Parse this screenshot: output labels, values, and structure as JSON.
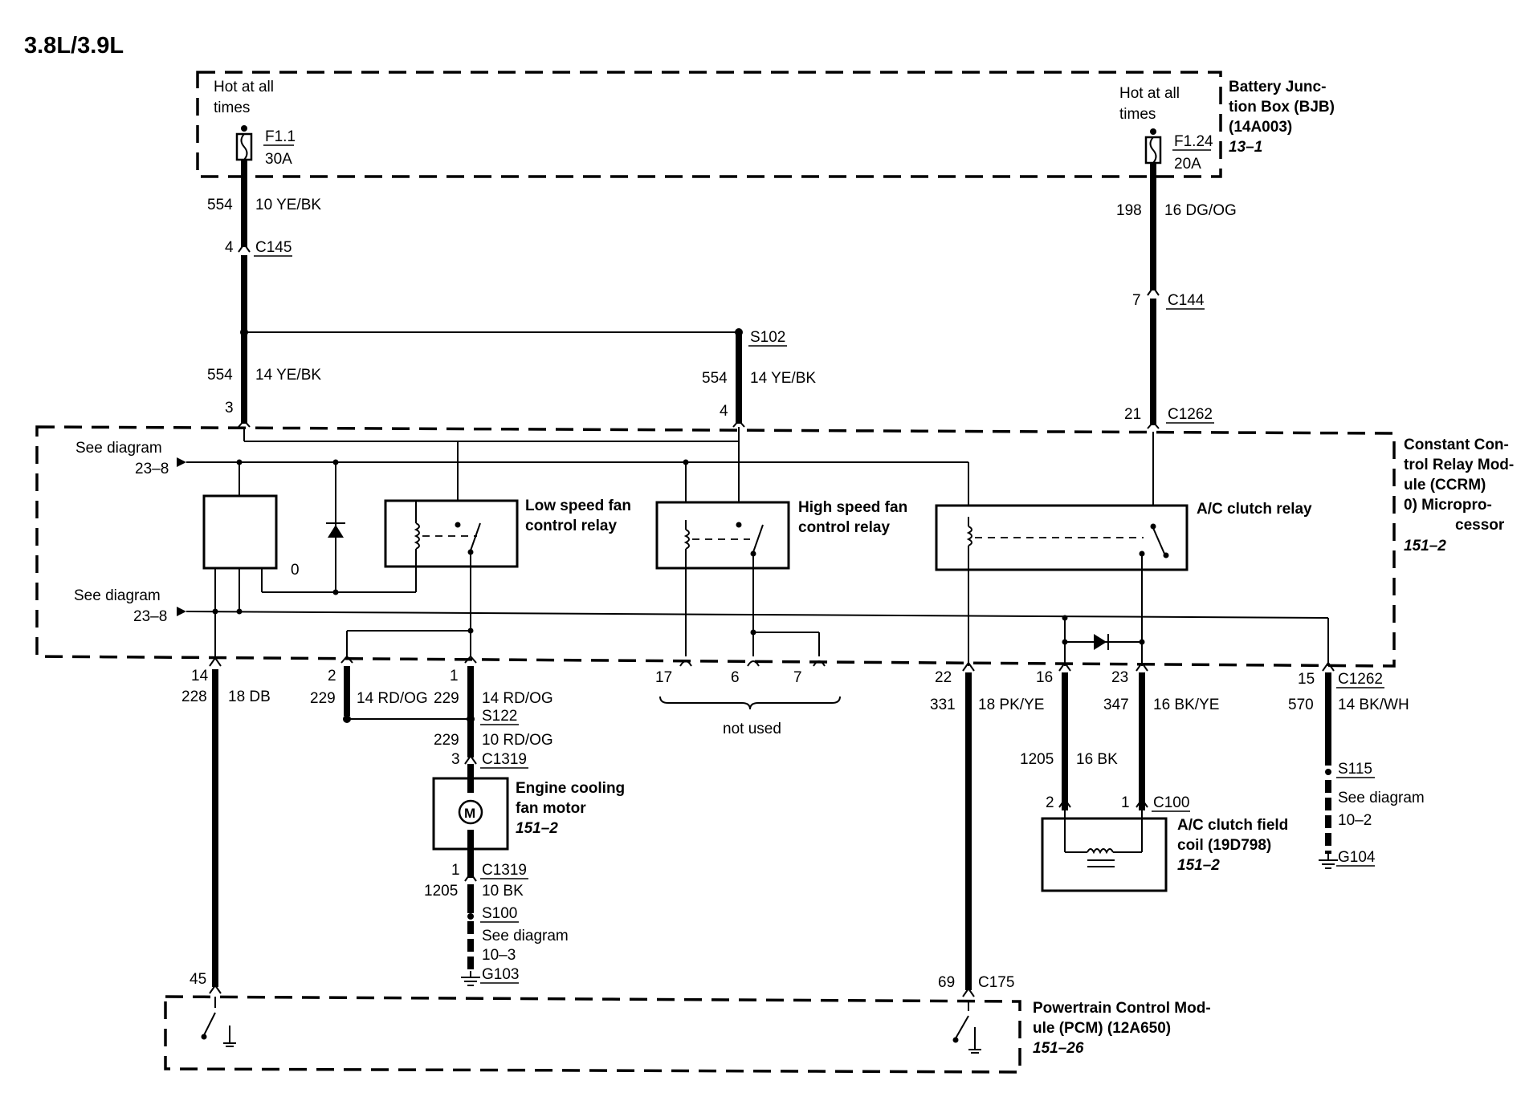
{
  "title": "3.8L/3.9L",
  "bjb": {
    "name_lines": [
      "Battery Junc-",
      "tion Box (BJB)",
      "(14A003)"
    ],
    "ref": "13–1",
    "hot_left": [
      "Hot at all",
      "times"
    ],
    "hot_right": [
      "Hot at all",
      "times"
    ],
    "fuse_left": {
      "id": "F1.1",
      "rating": "30A"
    },
    "fuse_right": {
      "id": "F1.24",
      "rating": "20A"
    }
  },
  "ccrm": {
    "name_lines": [
      "Constant Con-",
      "trol Relay Mod-",
      "ule (CCRM)",
      "0)   Micropro-",
      "cessor"
    ],
    "ref": "151–2",
    "see1": [
      "See diagram",
      "23–8"
    ],
    "see2": [
      "See diagram",
      "23–8"
    ],
    "zero": "0",
    "relay_low": [
      "Low speed fan",
      "control relay"
    ],
    "relay_high": [
      "High speed fan",
      "control relay"
    ],
    "relay_ac": "A/C clutch relay"
  },
  "pcm": {
    "name_lines": [
      "Powertrain Control Mod-",
      "ule (PCM) (12A650)"
    ],
    "ref": "151–26"
  },
  "motor": {
    "name_lines": [
      "Engine cooling",
      "fan motor"
    ],
    "ref": "151–2",
    "symbol": "M"
  },
  "clutch": {
    "name_lines": [
      "A/C clutch field",
      "coil (19D798)"
    ],
    "ref": "151–2"
  },
  "not_used": "not used",
  "wires": {
    "w554a": {
      "circuit": "554",
      "spec": "10 YE/BK"
    },
    "w554b": {
      "circuit": "554",
      "spec": "14 YE/BK"
    },
    "w554c": {
      "circuit": "554",
      "spec": "14 YE/BK"
    },
    "w198": {
      "circuit": "198",
      "spec": "16 DG/OG"
    },
    "w228": {
      "circuit": "228",
      "spec": "18 DB"
    },
    "w229a": {
      "circuit": "229",
      "spec": "14 RD/OG"
    },
    "w229b": {
      "circuit": "229",
      "spec": "14 RD/OG"
    },
    "w229c": {
      "circuit": "229",
      "spec": "10 RD/OG"
    },
    "w1205a": {
      "circuit": "1205",
      "spec": "10 BK"
    },
    "w331": {
      "circuit": "331",
      "spec": "18 PK/YE"
    },
    "w1205b": {
      "circuit": "1205",
      "spec": "16 BK"
    },
    "w347": {
      "circuit": "347",
      "spec": "16 BK/YE"
    },
    "w570": {
      "circuit": "570",
      "spec": "14 BK/WH"
    }
  },
  "connectors": {
    "c145": {
      "name": "C145",
      "pin": "4"
    },
    "c144": {
      "name": "C144",
      "pin": "7"
    },
    "s102": {
      "name": "S102"
    },
    "c1262_3": {
      "pin": "3"
    },
    "c1262_4": {
      "pin": "4"
    },
    "c1262_21": {
      "name": "C1262",
      "pin": "21"
    },
    "pin14": "14",
    "pin2": "2",
    "pin1": "1",
    "pin17": "17",
    "pin6": "6",
    "pin7": "7",
    "pin22": "22",
    "pin16": "16",
    "pin23": "23",
    "c1262_15": {
      "name": "C1262",
      "pin": "15"
    },
    "s122": {
      "name": "S122"
    },
    "c1319a": {
      "name": "C1319",
      "pin": "3"
    },
    "c1319b": {
      "name": "C1319",
      "pin": "1"
    },
    "s100": {
      "name": "S100",
      "see": [
        "See diagram",
        "10–3"
      ]
    },
    "g103": {
      "name": "G103"
    },
    "c100": {
      "name": "C100",
      "pin2": "2",
      "pin1": "1"
    },
    "s115": {
      "name": "S115",
      "see": [
        "See diagram",
        "10–2"
      ]
    },
    "g104": {
      "name": "G104"
    },
    "c175": {
      "name": "C175",
      "pin45": "45",
      "pin69": "69"
    }
  }
}
